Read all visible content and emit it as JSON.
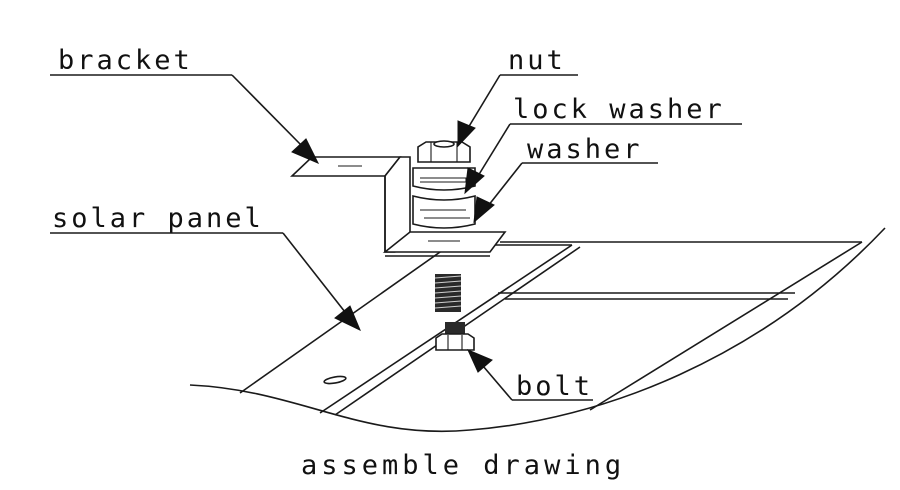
{
  "labels": {
    "bracket": "bracket",
    "nut": "nut",
    "lock_washer": "lock washer",
    "washer": "washer",
    "solar_panel": "solar panel",
    "bolt": "bolt"
  },
  "caption": "assemble drawing"
}
